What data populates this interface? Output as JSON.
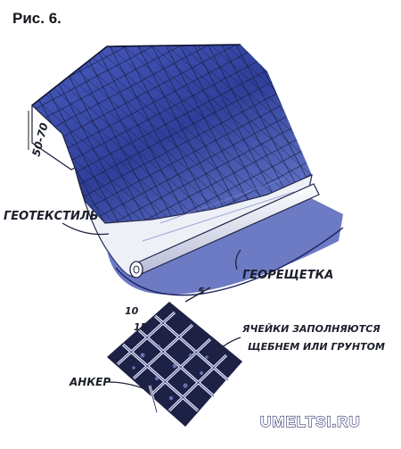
{
  "figure": {
    "title": "Рис. 6.",
    "labels": {
      "dimension_height": "50-70",
      "geotextile": "ГЕОТЕКСТИЛЬ",
      "geogrid": "ГЕОРЕЩЕТКА",
      "cell_fill_line1": "ЯЧЕЙКИ ЗАПОЛНЯЮТСЯ",
      "cell_fill_line2": "ЩЕБНЕМ ИЛИ ГРУНТОМ",
      "anchor": "АНКЕР",
      "dim_5": "5",
      "dim_10": "10",
      "dim_15": "15"
    },
    "watermark": "UMELTSI.RU",
    "colors": {
      "grid_blue": "#2a3a8f",
      "grid_dark": "#1a1f3c",
      "geotextile_white": "#f4f5fa",
      "shadow_blue": "#3c4fb0"
    }
  }
}
